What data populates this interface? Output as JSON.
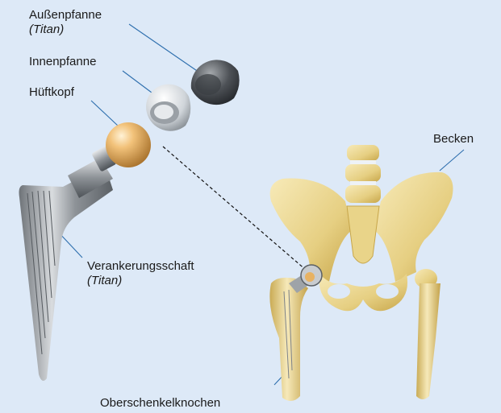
{
  "labels": {
    "outer_cup": {
      "name": "Außenpfanne",
      "material": "(Titan)"
    },
    "inner_cup": {
      "name": "Innenpfanne"
    },
    "femoral_head": {
      "name": "Hüftkopf"
    },
    "stem": {
      "name": "Verankerungsschaft",
      "material": "(Titan)"
    },
    "pelvis": {
      "name": "Becken"
    },
    "femur": {
      "name": "Oberschenkelknochen"
    }
  },
  "colors": {
    "background": "#dde9f7",
    "bone": "#ecd996",
    "bone_shadow": "#c8a948",
    "titanium": "#9ea3a8",
    "head_gold": "#e8b262",
    "leader_line": "#2e6fae"
  }
}
